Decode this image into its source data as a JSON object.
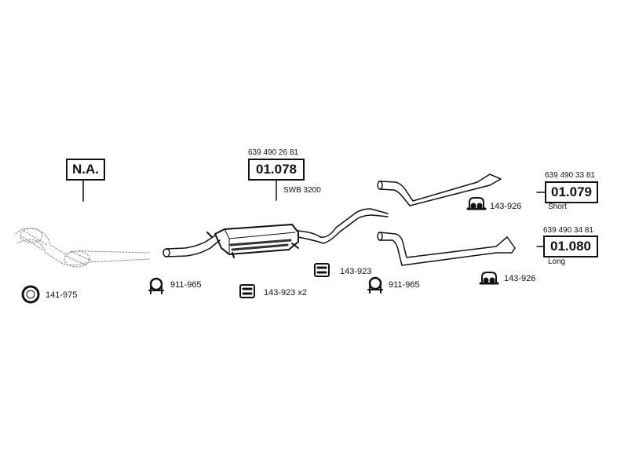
{
  "assemblies": {
    "na": {
      "code": "N.A."
    },
    "middle": {
      "code": "01.078",
      "oe_number": "639 490 26 81",
      "note": "SWB 3200"
    },
    "rear_short": {
      "code": "01.079",
      "oe_number": "639 490 33 81",
      "note": "Short"
    },
    "rear_long": {
      "code": "01.080",
      "oe_number": "639 490 34 81",
      "note": "Long"
    }
  },
  "parts": {
    "gasket": {
      "number": "141-975"
    },
    "clamp_front": {
      "number": "911-965"
    },
    "mount_pair": {
      "number": "143-923 x2"
    },
    "mount_single": {
      "number": "143-923"
    },
    "clamp_rear": {
      "number": "911-965"
    },
    "hanger_upper": {
      "number": "143-926"
    },
    "hanger_lower": {
      "number": "143-926"
    }
  }
}
